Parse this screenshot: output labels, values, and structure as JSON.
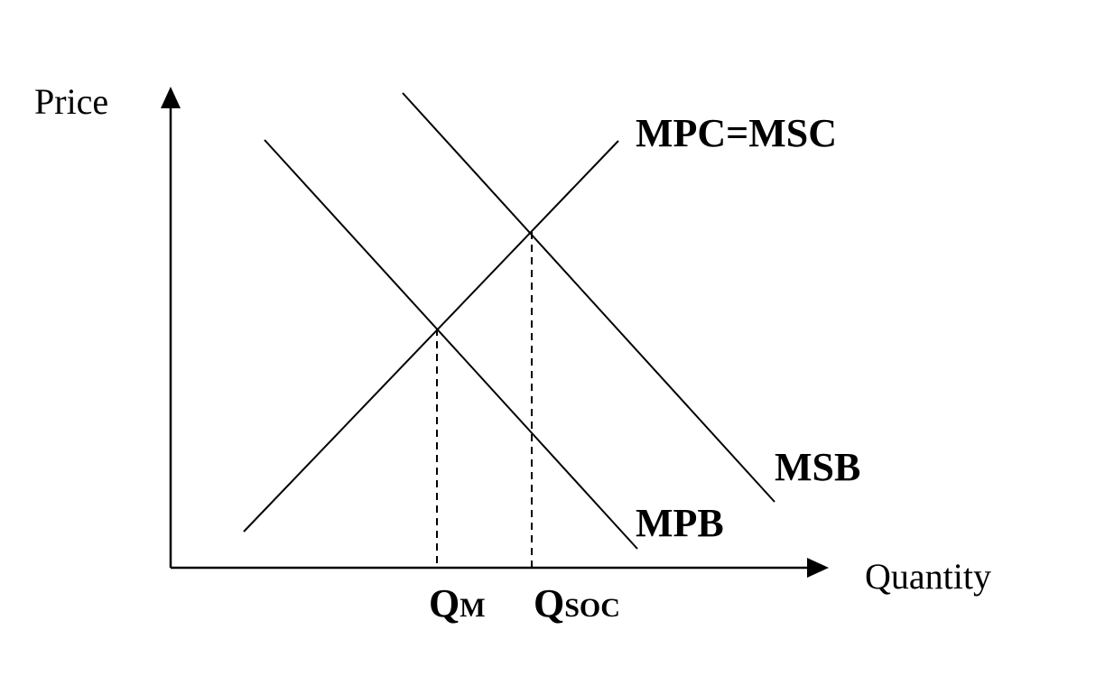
{
  "axes": {
    "y_label": "Price",
    "x_label": "Quantity"
  },
  "curves": {
    "supply_label": "MPC=MSC",
    "msb_label": "MSB",
    "mpb_label": "MPB"
  },
  "quantities": {
    "market": {
      "main": "Q",
      "sub": "M"
    },
    "social": {
      "main": "Q",
      "sub": "SOC"
    }
  }
}
